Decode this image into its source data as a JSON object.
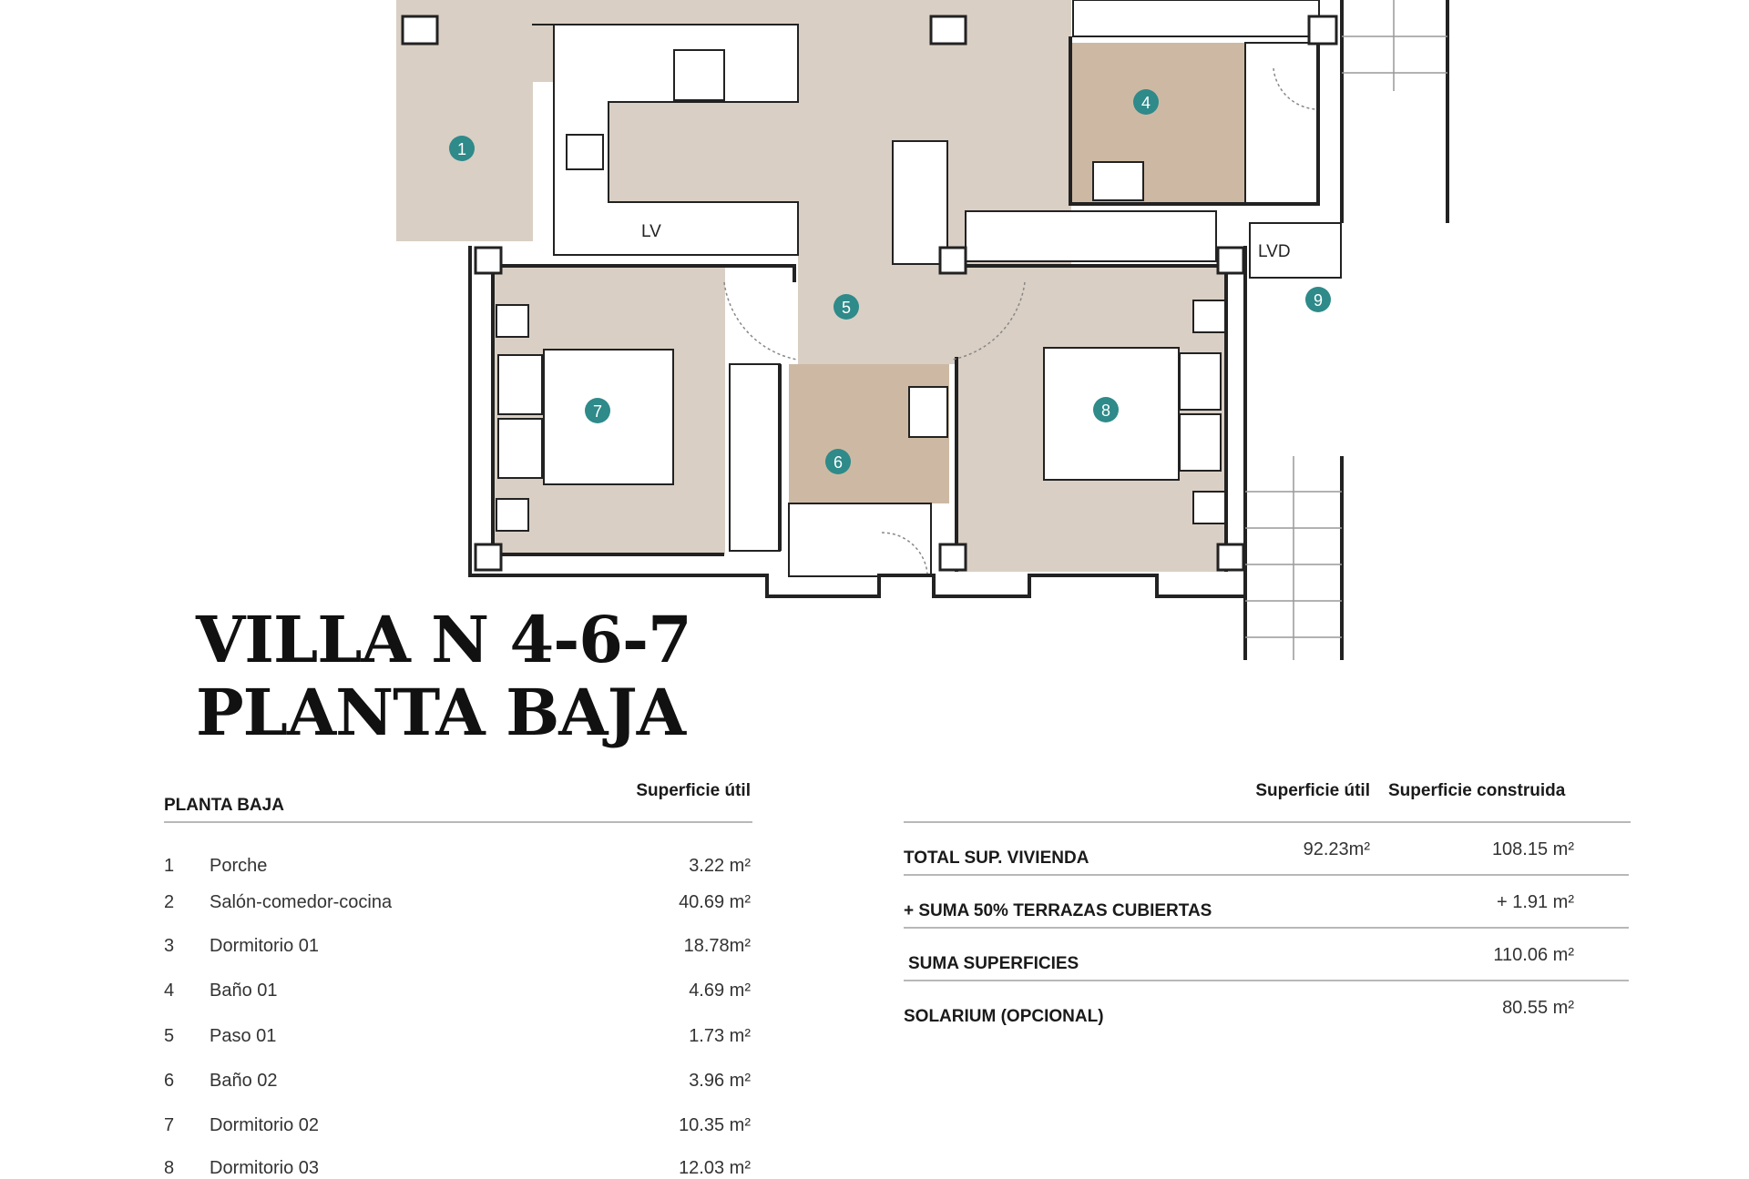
{
  "title": {
    "line1": "VILLA N 4-6-7",
    "line2": "PLANTA BAJA"
  },
  "plan": {
    "labels": {
      "lv": "LV",
      "lvd": "LVD"
    },
    "markers": [
      "1",
      "4",
      "5",
      "6",
      "7",
      "8",
      "9"
    ],
    "colors": {
      "floor": "#d9cfc4",
      "bath": "#cdb9a3",
      "marker": "#2f8a8a",
      "wall": "#222222"
    }
  },
  "left_table": {
    "heading": "PLANTA BAJA",
    "column": "Superficie útil",
    "rows": [
      {
        "num": "1",
        "name": "Porche",
        "area": "3.22 m²"
      },
      {
        "num": "2",
        "name": "Salón-comedor-cocina",
        "area": "40.69 m²"
      },
      {
        "num": "3",
        "name": "Dormitorio 01",
        "area": "18.78m²"
      },
      {
        "num": "4",
        "name": "Baño 01",
        "area": "4.69 m²"
      },
      {
        "num": "5",
        "name": "Paso 01",
        "area": "1.73 m²"
      },
      {
        "num": "6",
        "name": "Baño 02",
        "area": "3.96 m²"
      },
      {
        "num": "7",
        "name": "Dormitorio 02",
        "area": "10.35 m²"
      },
      {
        "num": "8",
        "name": "Dormitorio 03",
        "area": "12.03 m²"
      }
    ]
  },
  "right_table": {
    "col_util": "Superficie útil",
    "col_construida": "Superficie construida",
    "rows": [
      {
        "label": "TOTAL SUP. VIVIENDA",
        "util": "92.23m²",
        "construida": "108.15 m²"
      },
      {
        "label": "+ SUMA 50% TERRAZAS CUBIERTAS",
        "util": "",
        "construida": "+ 1.91 m²"
      },
      {
        "label": "SUMA SUPERFICIES",
        "util": "",
        "construida": "110.06 m²"
      },
      {
        "label": "SOLARIUM (OPCIONAL)",
        "util": "",
        "construida": "80.55 m²"
      }
    ]
  }
}
